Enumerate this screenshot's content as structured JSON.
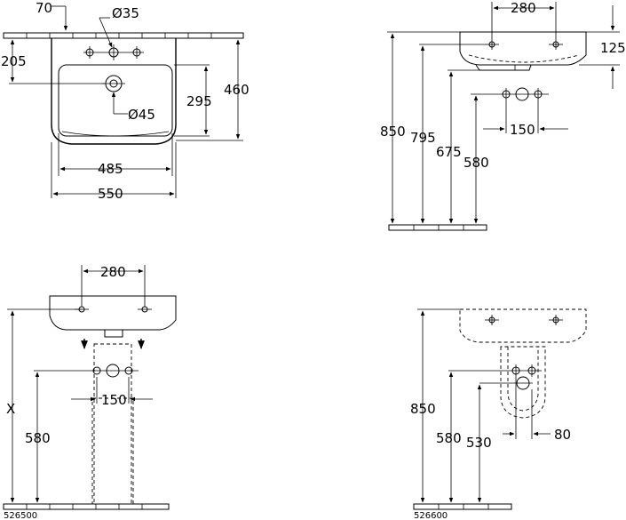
{
  "top_view": {
    "d70": "70",
    "d35": "Ø35",
    "d205": "205",
    "d460": "460",
    "d295": "295",
    "d45": "Ø45",
    "d485": "485",
    "d550": "550"
  },
  "side_view": {
    "d280": "280",
    "d125": "125",
    "d850": "850",
    "d795": "795",
    "d675": "675",
    "d580": "580",
    "d150": "150"
  },
  "pedestal_view": {
    "d280": "280",
    "dx": "X",
    "d580": "580",
    "d150": "150",
    "code": "526500"
  },
  "semi_pedestal_view": {
    "d850": "850",
    "d580": "580",
    "d530": "530",
    "d80": "80",
    "code": "526600"
  }
}
